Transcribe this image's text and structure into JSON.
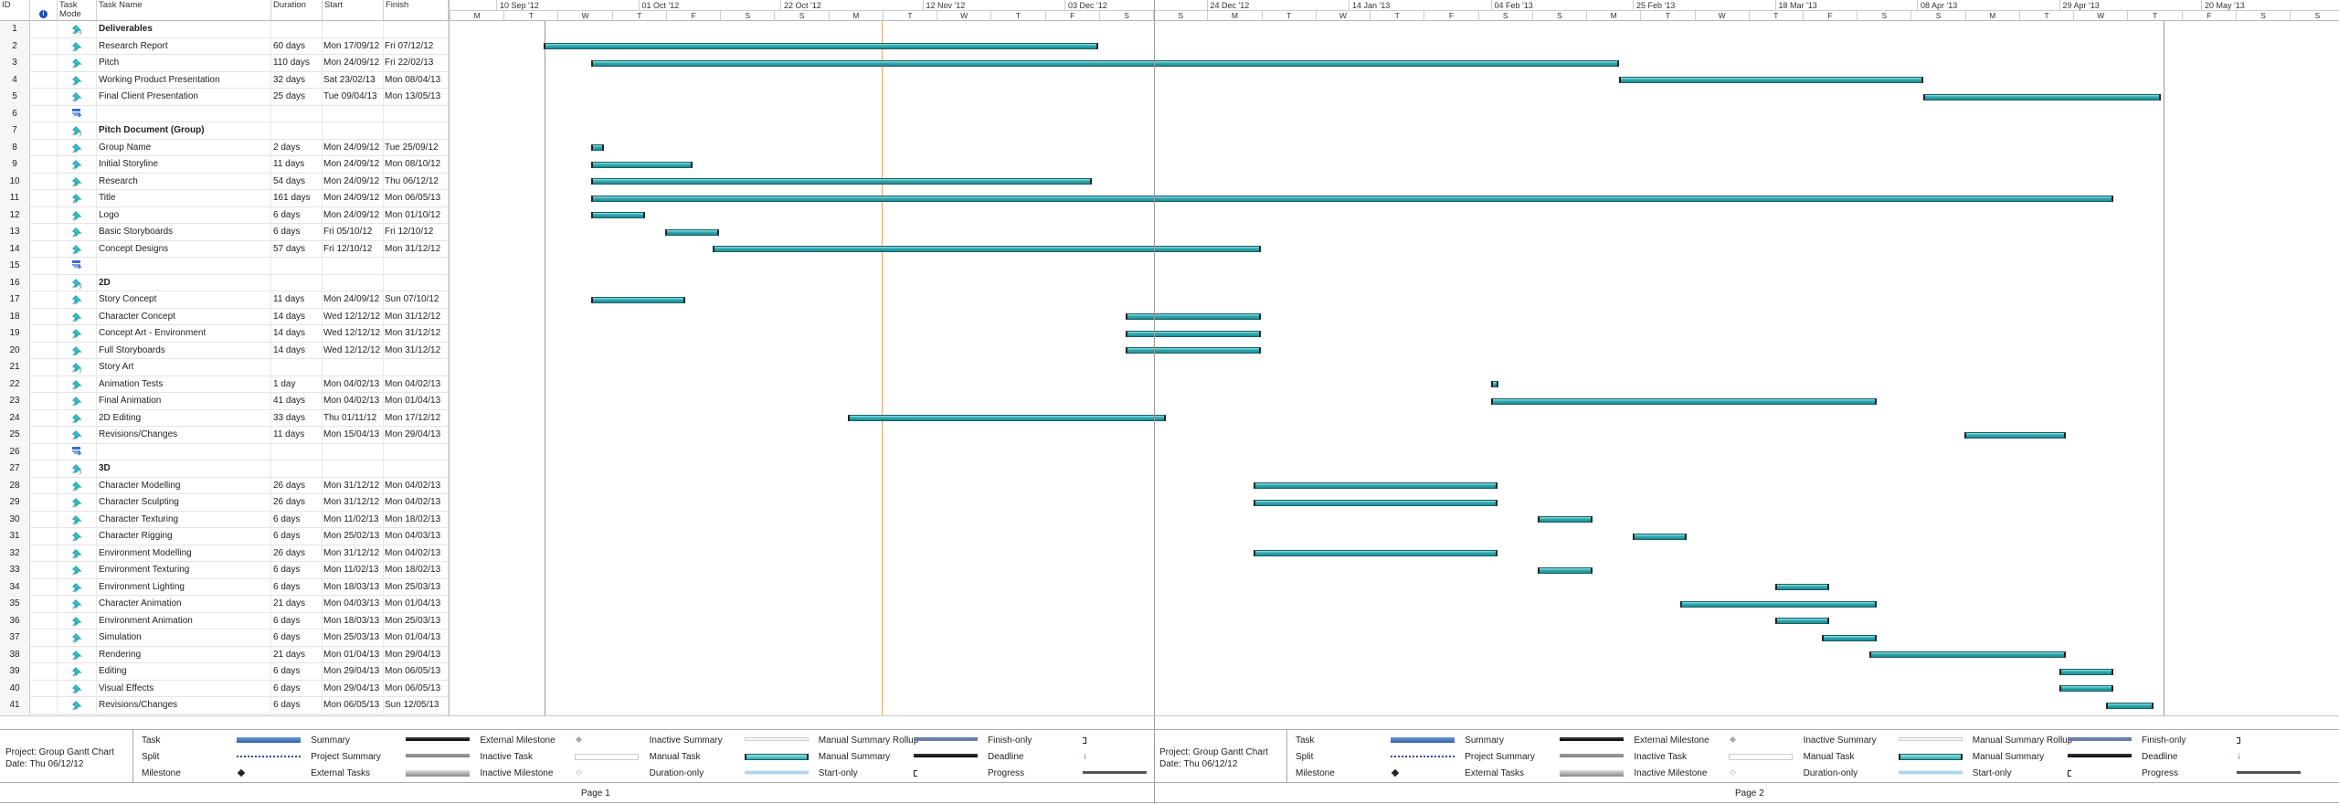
{
  "table_headers": {
    "id": "ID",
    "task_mode_1": "Task",
    "task_mode_2": "Mode",
    "name": "Task Name",
    "duration": "Duration",
    "start": "Start",
    "finish": "Finish"
  },
  "timescale": {
    "major": [
      "10 Sep '12",
      "01 Oct '12",
      "22 Oct '12",
      "12 Nov '12",
      "03 Dec '12",
      "24 Dec '12",
      "14 Jan '13",
      "04 Feb '13",
      "25 Feb '13",
      "18 Mar '13",
      "08 Apr '13",
      "29 Apr '13",
      "20 May '13"
    ],
    "minor": [
      "M",
      "T",
      "W",
      "T",
      "F",
      "S",
      "S",
      "M",
      "T",
      "W",
      "T",
      "F",
      "S",
      "S",
      "M",
      "T",
      "W",
      "T",
      "F",
      "S",
      "S",
      "M",
      "T",
      "W",
      "T",
      "F",
      "S",
      "S",
      "M",
      "T",
      "W",
      "T",
      "F",
      "S",
      "S"
    ]
  },
  "colors": {
    "bar": "#2fa9b0",
    "status_line": "#f4a460",
    "task_legend": "#3a6fb0"
  },
  "tasks": [
    {
      "id": "1",
      "mode": "auto-question",
      "name": "Deliverables",
      "bold": true,
      "duration": "",
      "start": "",
      "finish": ""
    },
    {
      "id": "2",
      "mode": "pin",
      "name": "Research Report",
      "duration": "60 days",
      "start": "Mon 17/09/12",
      "finish": "Fri 07/12/12"
    },
    {
      "id": "3",
      "mode": "pin",
      "name": "Pitch",
      "duration": "110 days",
      "start": "Mon 24/09/12",
      "finish": "Fri 22/02/13"
    },
    {
      "id": "4",
      "mode": "pin",
      "name": "Working Product Presentation",
      "duration": "32 days",
      "start": "Sat 23/02/13",
      "finish": "Mon 08/04/13"
    },
    {
      "id": "5",
      "mode": "pin",
      "name": "Final Client Presentation",
      "duration": "25 days",
      "start": "Tue 09/04/13",
      "finish": "Mon 13/05/13"
    },
    {
      "id": "6",
      "mode": "new",
      "name": "",
      "duration": "",
      "start": "",
      "finish": ""
    },
    {
      "id": "7",
      "mode": "auto-question",
      "name": "Pitch Document (Group)",
      "bold": true,
      "duration": "",
      "start": "",
      "finish": ""
    },
    {
      "id": "8",
      "mode": "pin",
      "name": "Group Name",
      "duration": "2 days",
      "start": "Mon 24/09/12",
      "finish": "Tue 25/09/12"
    },
    {
      "id": "9",
      "mode": "pin",
      "name": "Initial Storyline",
      "duration": "11 days",
      "start": "Mon 24/09/12",
      "finish": "Mon 08/10/12"
    },
    {
      "id": "10",
      "mode": "pin",
      "name": "Research",
      "duration": "54 days",
      "start": "Mon 24/09/12",
      "finish": "Thu 06/12/12"
    },
    {
      "id": "11",
      "mode": "pin",
      "name": "Title",
      "duration": "161 days",
      "start": "Mon 24/09/12",
      "finish": "Mon 06/05/13"
    },
    {
      "id": "12",
      "mode": "pin",
      "name": "Logo",
      "duration": "6 days",
      "start": "Mon 24/09/12",
      "finish": "Mon 01/10/12"
    },
    {
      "id": "13",
      "mode": "pin",
      "name": "Basic Storyboards",
      "duration": "6 days",
      "start": "Fri 05/10/12",
      "finish": "Fri 12/10/12"
    },
    {
      "id": "14",
      "mode": "pin",
      "name": "Concept Designs",
      "duration": "57 days",
      "start": "Fri 12/10/12",
      "finish": "Mon 31/12/12"
    },
    {
      "id": "15",
      "mode": "new",
      "name": "",
      "duration": "",
      "start": "",
      "finish": ""
    },
    {
      "id": "16",
      "mode": "auto-question",
      "name": "2D",
      "bold": true,
      "duration": "",
      "start": "",
      "finish": ""
    },
    {
      "id": "17",
      "mode": "pin",
      "name": "Story Concept",
      "duration": "11 days",
      "start": "Mon 24/09/12",
      "finish": "Sun 07/10/12"
    },
    {
      "id": "18",
      "mode": "pin",
      "name": "Character Concept",
      "duration": "14 days",
      "start": "Wed 12/12/12",
      "finish": "Mon 31/12/12"
    },
    {
      "id": "19",
      "mode": "pin",
      "name": "Concept Art - Environment",
      "duration": "14 days",
      "start": "Wed 12/12/12",
      "finish": "Mon 31/12/12"
    },
    {
      "id": "20",
      "mode": "pin",
      "name": "Full Storyboards",
      "duration": "14 days",
      "start": "Wed 12/12/12",
      "finish": "Mon 31/12/12"
    },
    {
      "id": "21",
      "mode": "auto-question",
      "name": "Story Art",
      "duration": "",
      "start": "",
      "finish": ""
    },
    {
      "id": "22",
      "mode": "pin",
      "name": "Animation Tests",
      "duration": "1 day",
      "start": "Mon 04/02/13",
      "finish": "Mon 04/02/13"
    },
    {
      "id": "23",
      "mode": "pin",
      "name": "Final Animation",
      "duration": "41 days",
      "start": "Mon 04/02/13",
      "finish": "Mon 01/04/13"
    },
    {
      "id": "24",
      "mode": "pin",
      "name": "2D Editing",
      "duration": "33 days",
      "start": "Thu 01/11/12",
      "finish": "Mon 17/12/12"
    },
    {
      "id": "25",
      "mode": "pin",
      "name": "Revisions/Changes",
      "duration": "11 days",
      "start": "Mon 15/04/13",
      "finish": "Mon 29/04/13"
    },
    {
      "id": "26",
      "mode": "new",
      "name": "",
      "duration": "",
      "start": "",
      "finish": ""
    },
    {
      "id": "27",
      "mode": "auto-question",
      "name": "3D",
      "bold": true,
      "duration": "",
      "start": "",
      "finish": ""
    },
    {
      "id": "28",
      "mode": "pin",
      "name": "Character Modelling",
      "duration": "26 days",
      "start": "Mon 31/12/12",
      "finish": "Mon 04/02/13"
    },
    {
      "id": "29",
      "mode": "pin",
      "name": "Character Sculpting",
      "duration": "26 days",
      "start": "Mon 31/12/12",
      "finish": "Mon 04/02/13"
    },
    {
      "id": "30",
      "mode": "pin",
      "name": "Character Texturing",
      "duration": "6 days",
      "start": "Mon 11/02/13",
      "finish": "Mon 18/02/13"
    },
    {
      "id": "31",
      "mode": "pin",
      "name": "Character Rigging",
      "duration": "6 days",
      "start": "Mon 25/02/13",
      "finish": "Mon 04/03/13"
    },
    {
      "id": "32",
      "mode": "pin",
      "name": "Environment Modelling",
      "duration": "26 days",
      "start": "Mon 31/12/12",
      "finish": "Mon 04/02/13"
    },
    {
      "id": "33",
      "mode": "pin",
      "name": "Environment Texturing",
      "duration": "6 days",
      "start": "Mon 11/02/13",
      "finish": "Mon 18/02/13"
    },
    {
      "id": "34",
      "mode": "pin",
      "name": "Environment Lighting",
      "duration": "6 days",
      "start": "Mon 18/03/13",
      "finish": "Mon 25/03/13"
    },
    {
      "id": "35",
      "mode": "pin",
      "name": "Character Animation",
      "duration": "21 days",
      "start": "Mon 04/03/13",
      "finish": "Mon 01/04/13"
    },
    {
      "id": "36",
      "mode": "pin",
      "name": "Environment Animation",
      "duration": "6 days",
      "start": "Mon 18/03/13",
      "finish": "Mon 25/03/13"
    },
    {
      "id": "37",
      "mode": "pin",
      "name": "Simulation",
      "duration": "6 days",
      "start": "Mon 25/03/13",
      "finish": "Mon 01/04/13"
    },
    {
      "id": "38",
      "mode": "pin",
      "name": "Rendering",
      "duration": "21 days",
      "start": "Mon 01/04/13",
      "finish": "Mon 29/04/13"
    },
    {
      "id": "39",
      "mode": "pin",
      "name": "Editing",
      "duration": "6 days",
      "start": "Mon 29/04/13",
      "finish": "Mon 06/05/13"
    },
    {
      "id": "40",
      "mode": "pin",
      "name": "Visual Effects",
      "duration": "6 days",
      "start": "Mon 29/04/13",
      "finish": "Mon 06/05/13"
    },
    {
      "id": "41",
      "mode": "pin",
      "name": "Revisions/Changes",
      "duration": "6 days",
      "start": "Mon 06/05/13",
      "finish": "Sun 12/05/13"
    }
  ],
  "footer": {
    "project": "Project: Group Gantt Chart",
    "date": "Date: Thu 06/12/12",
    "pages": [
      "Page 1",
      "Page 2"
    ],
    "legend": [
      {
        "label": "Task",
        "sym": "task"
      },
      {
        "label": "Split",
        "sym": "split"
      },
      {
        "label": "Milestone",
        "sym": "milestone"
      },
      {
        "label": "Summary",
        "sym": "summary"
      },
      {
        "label": "Project Summary",
        "sym": "projsummary"
      },
      {
        "label": "External Tasks",
        "sym": "external"
      },
      {
        "label": "External Milestone",
        "sym": "extmilestone"
      },
      {
        "label": "Inactive Task",
        "sym": "inactivetask"
      },
      {
        "label": "Inactive Milestone",
        "sym": "inactivemilestone"
      },
      {
        "label": "Inactive Summary",
        "sym": "inactivesummary"
      },
      {
        "label": "Manual Task",
        "sym": "manualtask"
      },
      {
        "label": "Duration-only",
        "sym": "durationonly"
      },
      {
        "label": "Manual Summary Rollup",
        "sym": "rollup"
      },
      {
        "label": "Manual Summary",
        "sym": "manualsummary"
      },
      {
        "label": "Start-only",
        "sym": "startonly"
      },
      {
        "label": "Finish-only",
        "sym": "finishonly"
      },
      {
        "label": "Deadline",
        "sym": "deadline"
      },
      {
        "label": "Progress",
        "sym": "progress"
      }
    ]
  }
}
